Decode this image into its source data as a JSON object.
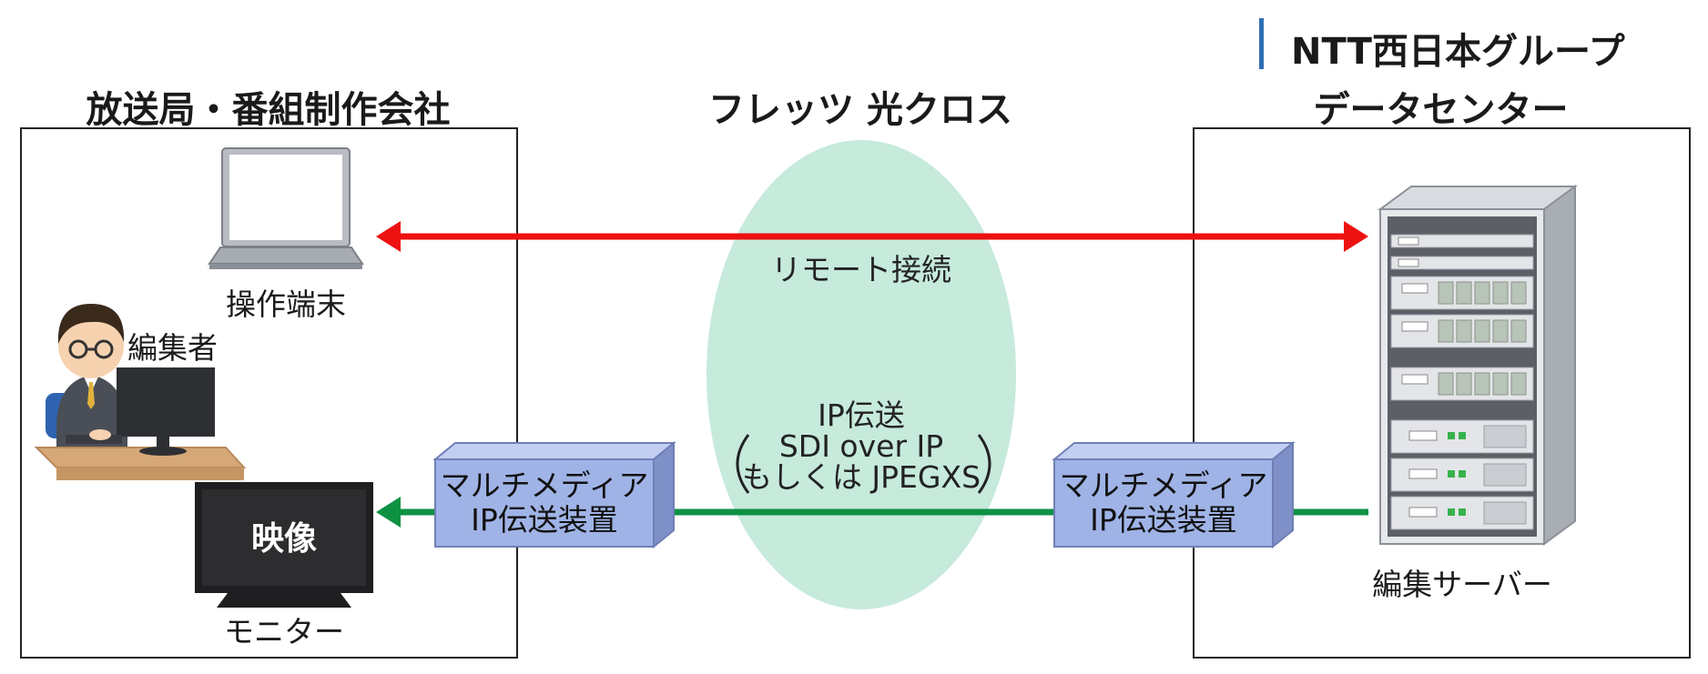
{
  "brand": {
    "group_name": "NTT西日本グループ",
    "accent_color": "#2e6fb5"
  },
  "left_site": {
    "title": "放送局・番組制作会社",
    "terminal_label": "操作端末",
    "editor_label": "編集者",
    "monitor_screen_text": "映像",
    "monitor_label": "モニター"
  },
  "network": {
    "title": "フレッツ 光クロス",
    "remote_label": "リモート接続",
    "ip_line1": "IP伝送",
    "ip_line2": "SDI over IP",
    "ip_line3": "もしくは JPEGXS",
    "cloud_color": "#c6eadb"
  },
  "devices": {
    "left_line1": "マルチメディア",
    "left_line2": "IP伝送装置",
    "right_line1": "マルチメディア",
    "right_line2": "IP伝送装置",
    "device_color": "#9fb3e6"
  },
  "right_site": {
    "title": "データセンター",
    "server_label": "編集サーバー"
  },
  "links": {
    "remote_color": "#ee1111",
    "ip_color": "#0f9144"
  }
}
